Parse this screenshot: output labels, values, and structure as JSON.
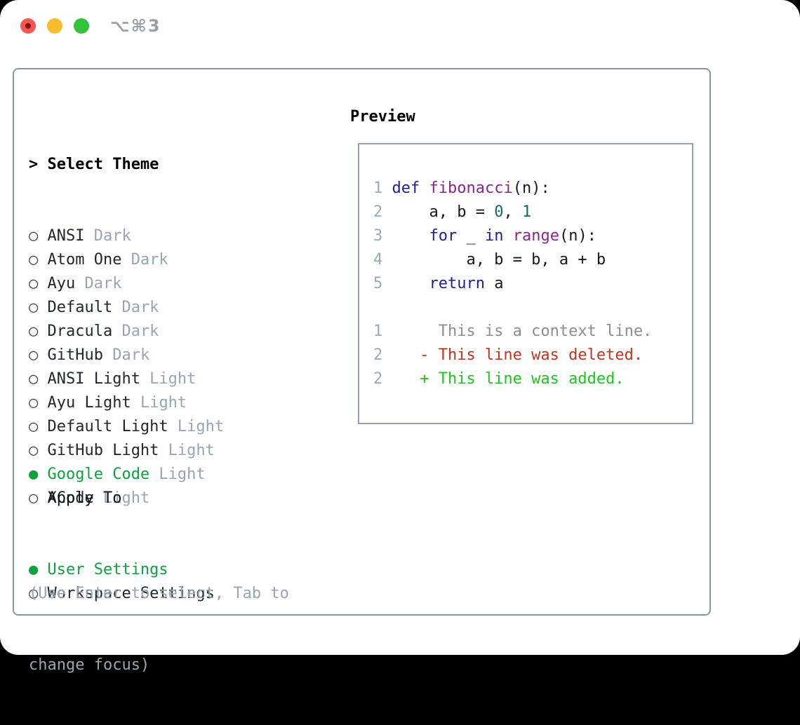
{
  "window": {
    "title": "⌥⌘3",
    "controls": [
      "close",
      "minimize",
      "zoom"
    ]
  },
  "icons": {
    "focus_caret": ">",
    "radio_unselected": "○",
    "radio_selected": "●"
  },
  "theme_picker": {
    "header_marker": ">",
    "header": "Select Theme",
    "themes": [
      {
        "name": "ANSI",
        "variant": "Dark",
        "selected": false
      },
      {
        "name": "Atom One",
        "variant": "Dark",
        "selected": false
      },
      {
        "name": "Ayu",
        "variant": "Dark",
        "selected": false
      },
      {
        "name": "Default",
        "variant": "Dark",
        "selected": false
      },
      {
        "name": "Dracula",
        "variant": "Dark",
        "selected": false
      },
      {
        "name": "GitHub",
        "variant": "Dark",
        "selected": false
      },
      {
        "name": "ANSI Light",
        "variant": "Light",
        "selected": false
      },
      {
        "name": "Ayu Light",
        "variant": "Light",
        "selected": false
      },
      {
        "name": "Default Light",
        "variant": "Light",
        "selected": false
      },
      {
        "name": "GitHub Light",
        "variant": "Light",
        "selected": false
      },
      {
        "name": "Google Code",
        "variant": "Light",
        "selected": true
      },
      {
        "name": "XCode",
        "variant": "Light",
        "selected": false
      }
    ],
    "apply_to": {
      "header": "Apply To",
      "options": [
        {
          "label": "User Settings",
          "selected": true
        },
        {
          "label": "Workspace Settings",
          "selected": false
        }
      ]
    },
    "help_lines": [
      "(Use Enter to select, Tab to",
      "change focus)"
    ]
  },
  "preview": {
    "header": "Preview",
    "code": [
      {
        "num": "1",
        "tokens": [
          {
            "t": "def",
            "c": "kw"
          },
          {
            "t": " ",
            "c": "pl"
          },
          {
            "t": "fibonacci",
            "c": "fn"
          },
          {
            "t": "(n):",
            "c": "pl"
          }
        ]
      },
      {
        "num": "2",
        "tokens": [
          {
            "t": "    a, b = ",
            "c": "pl"
          },
          {
            "t": "0",
            "c": "numlit"
          },
          {
            "t": ", ",
            "c": "pl"
          },
          {
            "t": "1",
            "c": "numlit"
          }
        ]
      },
      {
        "num": "3",
        "tokens": [
          {
            "t": "    ",
            "c": "pl"
          },
          {
            "t": "for",
            "c": "kw"
          },
          {
            "t": " _ ",
            "c": "pl"
          },
          {
            "t": "in",
            "c": "kw"
          },
          {
            "t": " ",
            "c": "pl"
          },
          {
            "t": "range",
            "c": "fn"
          },
          {
            "t": "(n):",
            "c": "pl"
          }
        ]
      },
      {
        "num": "4",
        "tokens": [
          {
            "t": "        a, b = b, a + b",
            "c": "pl"
          }
        ]
      },
      {
        "num": "5",
        "tokens": [
          {
            "t": "    ",
            "c": "pl"
          },
          {
            "t": "return",
            "c": "kw"
          },
          {
            "t": " a",
            "c": "pl"
          }
        ]
      }
    ],
    "diff": [
      {
        "num": "1",
        "marker": " ",
        "text": "This is a context line.",
        "kind": "context"
      },
      {
        "num": "2",
        "marker": "-",
        "text": "This line was deleted.",
        "kind": "deleted"
      },
      {
        "num": "2",
        "marker": "+",
        "text": "This line was added.",
        "kind": "added"
      }
    ]
  },
  "colors": {
    "selection_green": "#0aa33e",
    "diff_added_green": "#1ec41e",
    "diff_deleted_red": "#c5331b",
    "context_gray": "#8d8d8d",
    "muted_gray": "#9aa5b1",
    "keyword_navy": "#1d1d9f",
    "function_purple": "#8b2490",
    "number_teal": "#0f6a6a",
    "panel_border": "#8b95a2",
    "traffic_red": "#f35750",
    "traffic_yellow": "#f8bd2e",
    "traffic_green": "#33c23c"
  }
}
